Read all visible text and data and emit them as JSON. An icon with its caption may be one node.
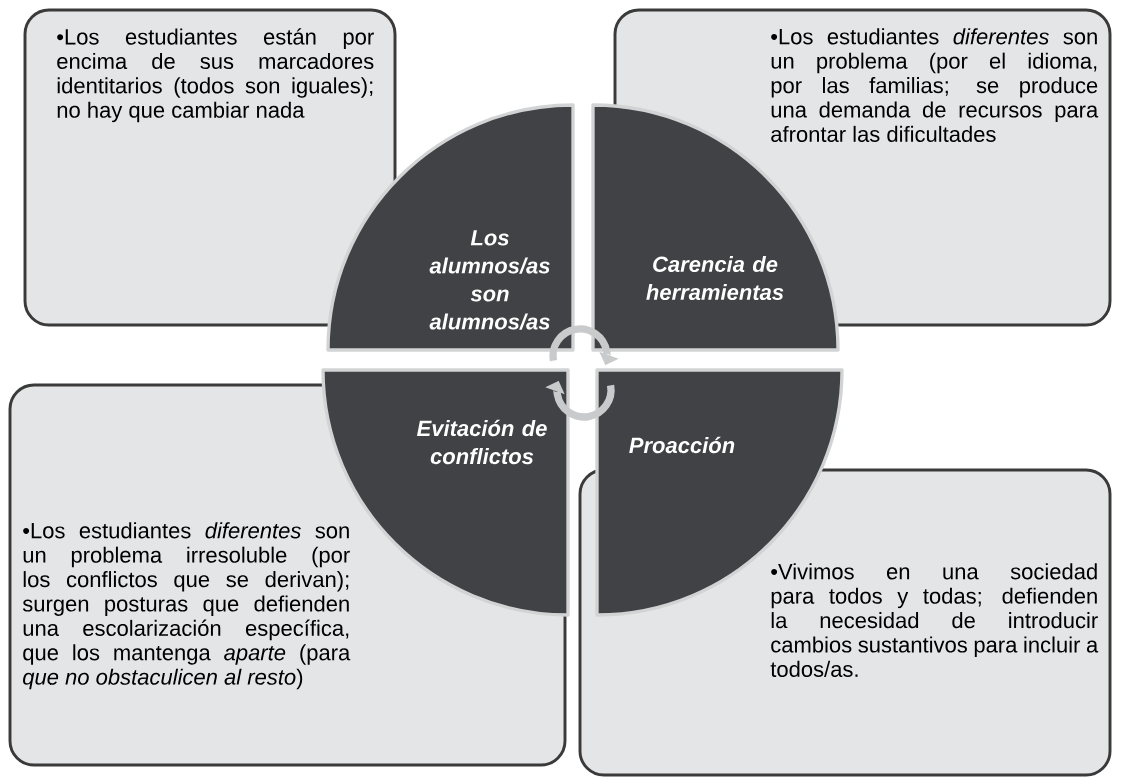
{
  "diagram": {
    "nodes": [
      {
        "text": [
          "•Los estudiantes están por encima de sus marcadores identitarios (todos son iguales); no hay que cambiar nada"
        ]
      },
      {
        "text": [
          "•Los estudiantes *diferentes* son un problema (por el idioma, por las familias; se produce una demanda de recursos para afrontar las dificultades"
        ]
      },
      {
        "text": [
          "Los alumnos/as son alumnos/as"
        ]
      },
      {
        "text": [
          "Carencia de herramientas"
        ]
      },
      {
        "text": [
          "Evitación de conflictos"
        ]
      },
      {
        "text": [
          "Proacción"
        ]
      },
      {
        "text": [
          "•Los estudiantes *diferentes* son un problema irresoluble (por los conflictos que se derivan); surgen posturas que defienden una escolarización específica, que los mantenga *aparte* (para *que no obstaculicen al resto*)"
        ]
      },
      {
        "text": [
          "•Vivimos en una sociedad para todos y todas; defienden la necesidad de introducir cambios sustantivos para incluir a todos/as."
        ]
      }
    ]
  }
}
